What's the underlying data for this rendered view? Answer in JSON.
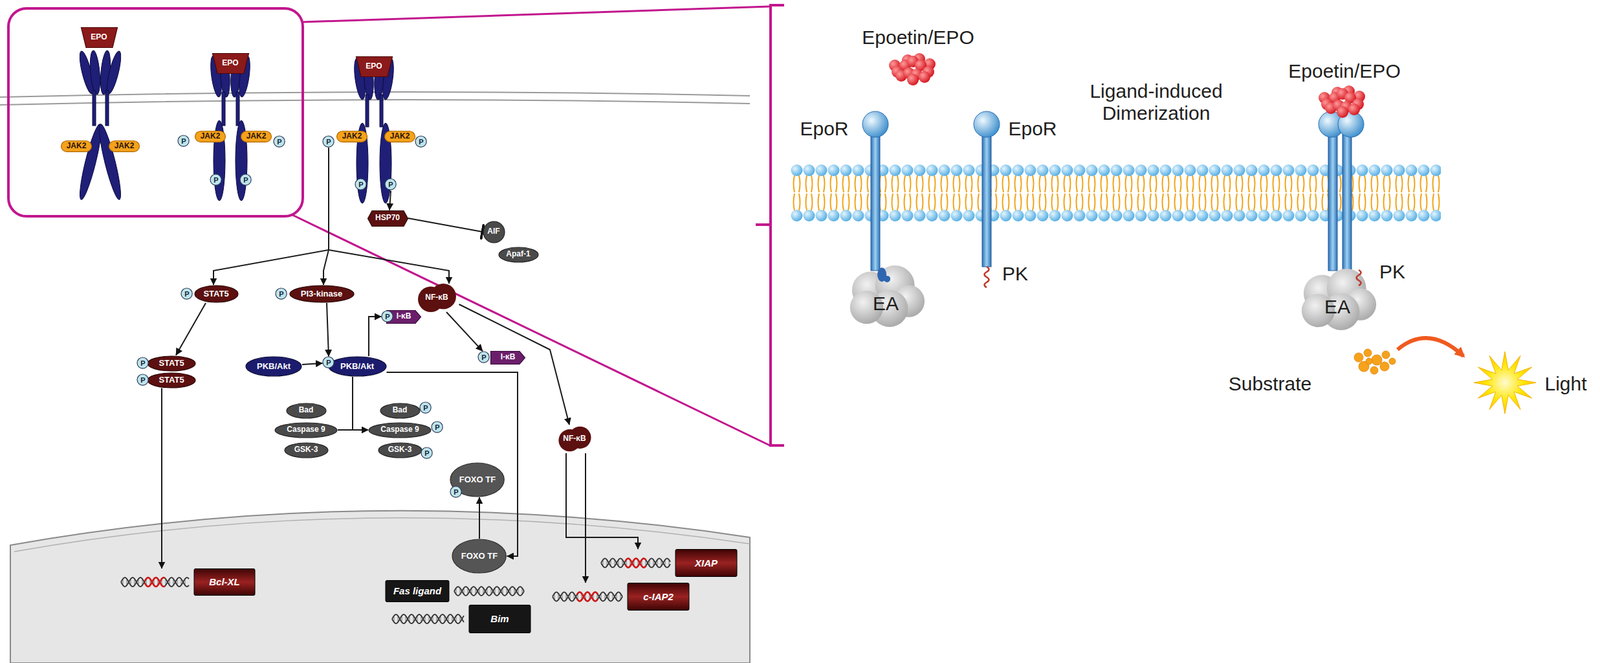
{
  "diagram": {
    "nodes": [
      {
        "text": [
          "EPO"
        ]
      },
      {
        "text": [
          "EPO"
        ]
      },
      {
        "text": [
          "EPO"
        ]
      },
      {
        "text": [
          "JAK2"
        ]
      },
      {
        "text": [
          "JAK2"
        ]
      },
      {
        "text": [
          "P"
        ]
      },
      {
        "text": [
          "JAK2"
        ]
      },
      {
        "text": [
          "JAK2"
        ]
      },
      {
        "text": [
          "P"
        ]
      },
      {
        "text": [
          "P"
        ]
      },
      {
        "text": [
          "P"
        ]
      },
      {
        "text": [
          "P"
        ]
      },
      {
        "text": [
          "JAK2"
        ]
      },
      {
        "text": [
          "JAK2"
        ]
      },
      {
        "text": [
          "P"
        ]
      },
      {
        "text": [
          "P"
        ]
      },
      {
        "text": [
          "P"
        ]
      },
      {
        "text": [
          "HSP70"
        ]
      },
      {
        "text": [
          "AIF"
        ]
      },
      {
        "text": [
          "Apaf-1"
        ]
      },
      {
        "text": [
          "P"
        ]
      },
      {
        "text": [
          "STAT5"
        ]
      },
      {
        "text": [
          "P"
        ]
      },
      {
        "text": [
          "PI3-kinase"
        ]
      },
      {
        "text": [
          "P"
        ]
      },
      {
        "text": [
          "I-κB"
        ]
      },
      {
        "text": [
          "NF-κB"
        ]
      },
      {
        "text": [
          "P"
        ]
      },
      {
        "text": [
          "STAT5"
        ]
      },
      {
        "text": [
          "P"
        ]
      },
      {
        "text": [
          "STAT5"
        ]
      },
      {
        "text": [
          "PKB/Akt"
        ]
      },
      {
        "text": [
          "P"
        ]
      },
      {
        "text": [
          "PKB/Akt"
        ]
      },
      {
        "text": [
          "P"
        ]
      },
      {
        "text": [
          "I-κB"
        ]
      },
      {
        "text": [
          "Bad"
        ]
      },
      {
        "text": [
          "Caspase 9"
        ]
      },
      {
        "text": [
          "GSK-3"
        ]
      },
      {
        "text": [
          "Bad"
        ]
      },
      {
        "text": [
          "P"
        ]
      },
      {
        "text": [
          "Caspase 9"
        ]
      },
      {
        "text": [
          "P"
        ]
      },
      {
        "text": [
          "GSK-3"
        ]
      },
      {
        "text": [
          "P"
        ]
      },
      {
        "text": [
          "NF-κB"
        ]
      },
      {
        "text": [
          "FOXO TF"
        ]
      },
      {
        "text": [
          "P"
        ]
      },
      {
        "text": [
          "FOXO TF"
        ]
      },
      {
        "text": [
          "Bcl-XL"
        ]
      },
      {
        "text": [
          "Fas ligand"
        ]
      },
      {
        "text": [
          "Bim"
        ]
      },
      {
        "text": [
          "XIAP"
        ]
      },
      {
        "text": [
          "c-IAP2"
        ]
      },
      {
        "text": [
          "EA"
        ]
      },
      {
        "text": [
          "EA"
        ]
      }
    ],
    "edges": [
      {
        "from": 11,
        "to": 21,
        "arrow": "to"
      },
      {
        "from": 11,
        "to": 23,
        "arrow": "to"
      },
      {
        "from": 11,
        "to": 26,
        "arrow": "to"
      },
      {
        "from": 16,
        "to": 17,
        "arrow": "to"
      },
      {
        "from": 17,
        "to": 18,
        "arrow": "to"
      },
      {
        "from": 21,
        "to": 28,
        "arrow": "to"
      },
      {
        "from": 30,
        "to": 49,
        "arrow": "to"
      },
      {
        "from": 23,
        "to": 32,
        "arrow": "to"
      },
      {
        "from": 31,
        "to": 32,
        "arrow": "to"
      },
      {
        "from": 33,
        "to": 24,
        "arrow": "to"
      },
      {
        "from": 33,
        "to": 41,
        "arrow": "to"
      },
      {
        "from": 37,
        "to": 41,
        "arrow": "to"
      },
      {
        "from": 33,
        "to": 48,
        "arrow": "to"
      },
      {
        "from": 48,
        "to": 46,
        "arrow": "to"
      },
      {
        "from": 26,
        "to": 34,
        "arrow": "to"
      },
      {
        "from": 26,
        "to": 45,
        "arrow": "to"
      },
      {
        "from": 45,
        "to": 52,
        "arrow": "to"
      },
      {
        "from": 45,
        "to": 53,
        "arrow": "to"
      }
    ],
    "labels": [
      "Epoetin/EPO",
      "Ligand-induced Dimerization",
      "Epoetin/EPO",
      "EpoR",
      "EpoR",
      "PK",
      "PK",
      "Substrate",
      "Light"
    ]
  }
}
